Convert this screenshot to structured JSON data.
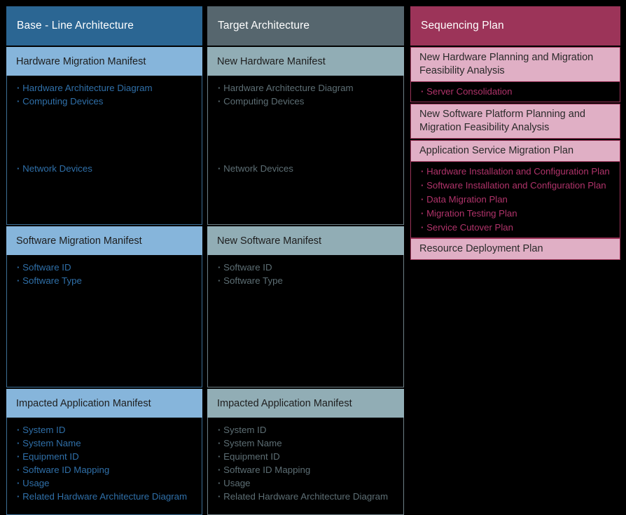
{
  "columns": {
    "baseline": {
      "title": "Base - Line Architecture",
      "accent": "#2b6693",
      "sections": [
        {
          "heading": "Hardware Migration Manifest",
          "items_top": [
            "Hardware Architecture Diagram",
            "Computing Devices"
          ],
          "items_bottom": [
            "Network Devices"
          ]
        },
        {
          "heading": "Software Migration Manifest",
          "items_top": [
            "Software ID",
            "Software Type"
          ],
          "items_bottom": []
        },
        {
          "heading": "Impacted Application Manifest",
          "items_top": [
            "System ID",
            "System Name",
            "Equipment ID",
            "Software ID Mapping",
            "Usage",
            "Related Hardware Architecture Diagram"
          ],
          "items_bottom": []
        }
      ]
    },
    "target": {
      "title": "Target Architecture",
      "accent": "#56666e",
      "sections": [
        {
          "heading": "New Hardware Manifest",
          "items_top": [
            "Hardware Architecture Diagram",
            "Computing Devices"
          ],
          "items_bottom": [
            "Network Devices"
          ]
        },
        {
          "heading": "New Software Manifest",
          "items_top": [
            "Software ID",
            "Software Type"
          ],
          "items_bottom": []
        },
        {
          "heading": "Impacted Application Manifest",
          "items_top": [
            "System ID",
            "System Name",
            "Equipment ID",
            "Software ID Mapping",
            "Usage",
            "Related Hardware Architecture Diagram"
          ],
          "items_bottom": []
        }
      ]
    },
    "sequencing": {
      "title": "Sequencing Plan",
      "accent": "#9c3459",
      "rows": [
        {
          "label": "New Hardware Planning and Migration Feasibility Analysis",
          "subitems": [
            "Server Consolidation"
          ]
        },
        {
          "label": "New Software Platform Planning and Migration Feasibility Analysis",
          "subitems": []
        },
        {
          "label": "Application Service Migration Plan",
          "subitems": [
            "Hardware Installation and Configuration Plan",
            "Software Installation and Configuration Plan",
            "Data Migration Plan",
            "Migration Testing Plan",
            "Service Cutover Plan"
          ]
        },
        {
          "label": "Resource Deployment Plan",
          "subitems": []
        }
      ]
    }
  }
}
